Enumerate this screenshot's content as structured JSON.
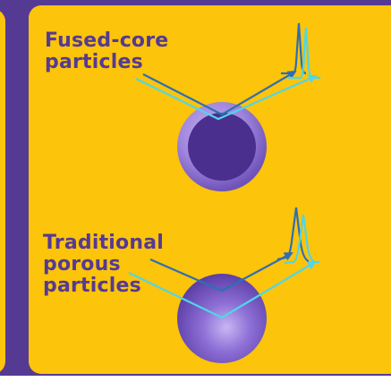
{
  "fused_core": {
    "line1": "Fused-core",
    "line2": "particles"
  },
  "traditional": {
    "line1": "Traditional",
    "line2": "porous",
    "line3": "particles"
  },
  "colors": {
    "background_purple": "#553a94",
    "card_yellow": "#fcc40a",
    "ray_dark": "#2e6fb3",
    "ray_light": "#4fd6e8",
    "particle_dark": "#4a2f8e",
    "particle_light": "#a98fe0"
  }
}
